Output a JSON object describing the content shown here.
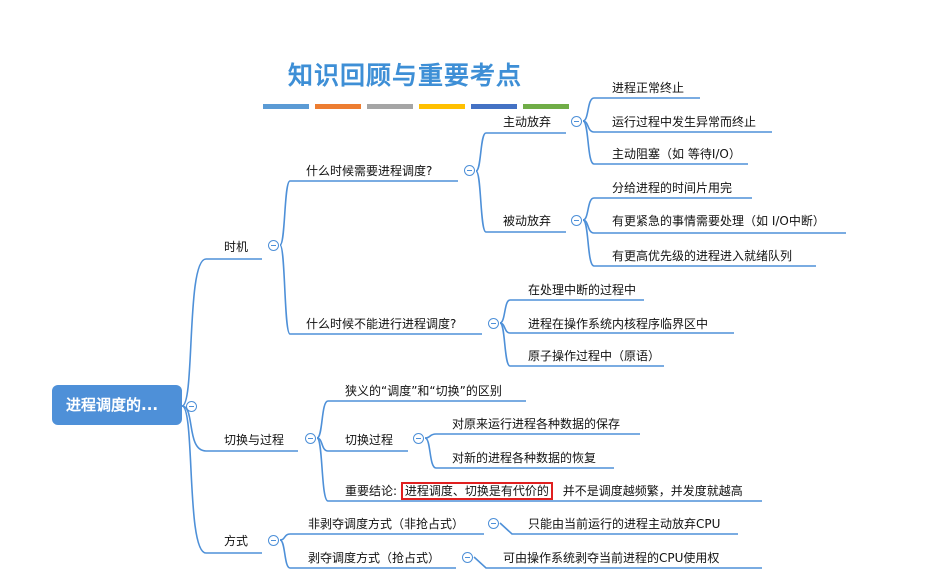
{
  "title": "知识回顾与重要考点",
  "title_bar_colors": [
    "#5b9bd5",
    "#ed7d31",
    "#a5a5a5",
    "#ffc000",
    "#4472c4",
    "#70ad47"
  ],
  "line_color": "#4e90d8",
  "highlight_color": "#e02020",
  "root": "进程调度的...",
  "timing": {
    "label": "时机",
    "when_needed": {
      "label": "什么时候需要进程调度?",
      "active": {
        "label": "主动放弃",
        "items": [
          "进程正常终止",
          "运行过程中发生异常而终止",
          "主动阻塞（如 等待I/O）"
        ]
      },
      "passive": {
        "label": "被动放弃",
        "items": [
          "分给进程的时间片用完",
          "有更紧急的事情需要处理（如 I/O中断）",
          "有更高优先级的进程进入就绪队列"
        ]
      }
    },
    "when_not": {
      "label": "什么时候不能进行进程调度?",
      "items": [
        "在处理中断的过程中",
        "进程在操作系统内核程序临界区中",
        "原子操作过程中（原语）"
      ]
    }
  },
  "switch": {
    "label": "切换与过程",
    "narrow_vs_broad": "狭义的“调度”和“切换”的区别",
    "process": {
      "label": "切换过程",
      "items": [
        "对原来运行进程各种数据的保存",
        "对新的进程各种数据的恢复"
      ]
    },
    "conclusion": {
      "prefix": "重要结论:",
      "highlighted": "进程调度、切换是有代价的",
      "rest": "并不是调度越频繁，并发度就越高"
    }
  },
  "mode": {
    "label": "方式",
    "non_preemptive": {
      "label": "非剥夺调度方式（非抢占式）",
      "desc": "只能由当前运行的进程主动放弃CPU"
    },
    "preemptive": {
      "label": "剥夺调度方式（抢占式）",
      "desc": "可由操作系统剥夺当前进程的CPU使用权"
    }
  }
}
